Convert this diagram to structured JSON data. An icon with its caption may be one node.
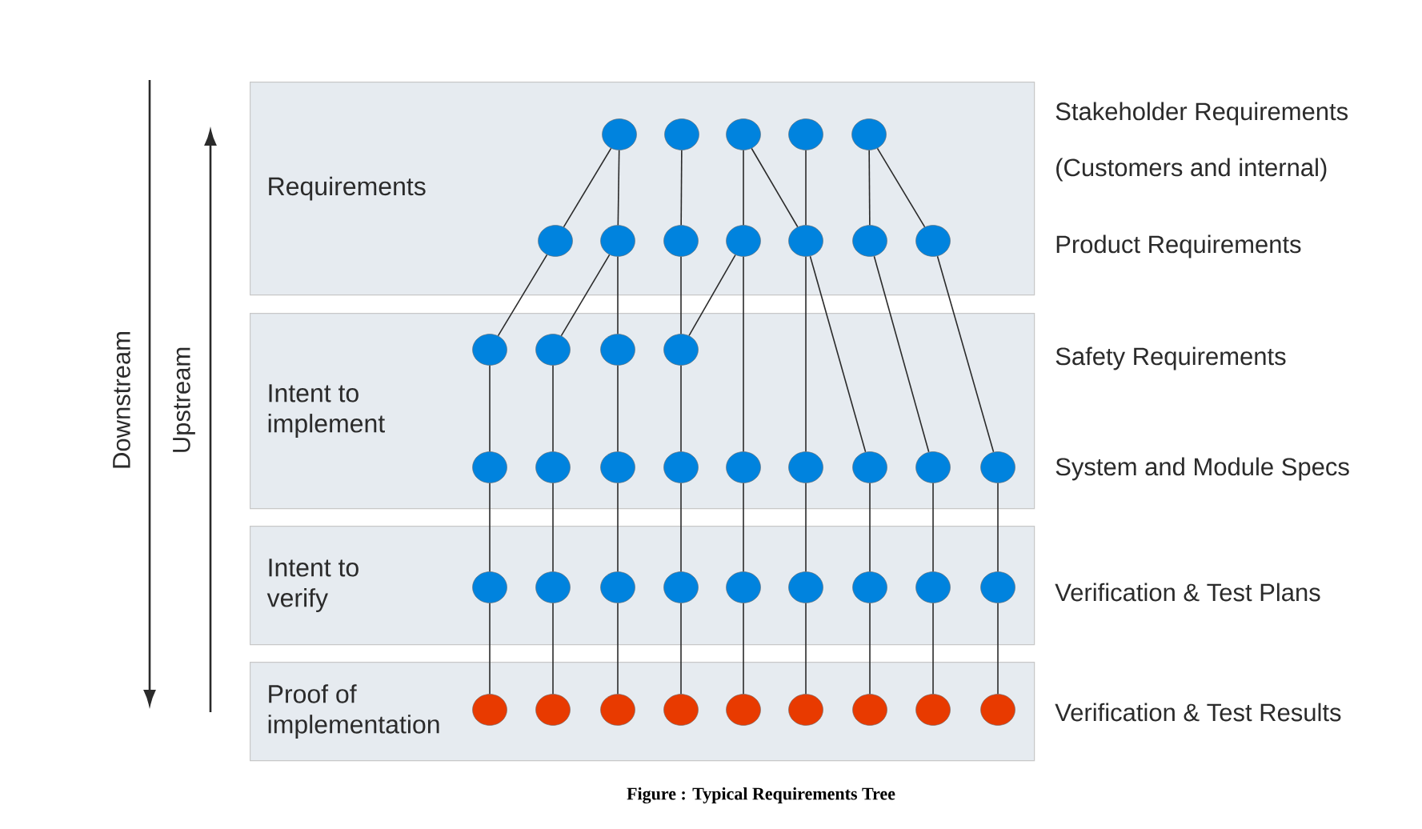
{
  "diagram": {
    "caption": "Figure : Typical Requirements Tree",
    "nodes": [
      {
        "text": [
          "Requirements"
        ]
      },
      {
        "text": [],
        "shape": "circle",
        "in": 0
      },
      {
        "text": [],
        "shape": "circle",
        "in": 0
      },
      {
        "text": [],
        "shape": "circle",
        "in": 0
      },
      {
        "text": [],
        "shape": "circle",
        "in": 0
      },
      {
        "text": [],
        "shape": "circle",
        "in": 0
      },
      {
        "text": [],
        "shape": "circle",
        "in": 0
      },
      {
        "text": [],
        "shape": "circle",
        "in": 0
      },
      {
        "text": [],
        "shape": "circle",
        "in": 0
      },
      {
        "text": [],
        "shape": "circle",
        "in": 0
      },
      {
        "text": [],
        "shape": "circle",
        "in": 0
      },
      {
        "text": [],
        "shape": "circle",
        "in": 0
      },
      {
        "text": [],
        "shape": "circle",
        "in": 0
      },
      {
        "text": [
          "Intent to implement"
        ]
      },
      {
        "text": [],
        "shape": "circle",
        "in": 13
      },
      {
        "text": [],
        "shape": "circle",
        "in": 13
      },
      {
        "text": [],
        "shape": "circle",
        "in": 13
      },
      {
        "text": [],
        "shape": "circle",
        "in": 13
      },
      {
        "text": [],
        "shape": "circle",
        "in": 13
      },
      {
        "text": [],
        "shape": "circle",
        "in": 13
      },
      {
        "text": [],
        "shape": "circle",
        "in": 13
      },
      {
        "text": [],
        "shape": "circle",
        "in": 13
      },
      {
        "text": [],
        "shape": "circle",
        "in": 13
      },
      {
        "text": [],
        "shape": "circle",
        "in": 13
      },
      {
        "text": [],
        "shape": "circle",
        "in": 13
      },
      {
        "text": [],
        "shape": "circle",
        "in": 13
      },
      {
        "text": [],
        "shape": "circle",
        "in": 13
      },
      {
        "text": [
          "Intent to verify"
        ]
      },
      {
        "text": [],
        "shape": "circle",
        "in": 27
      },
      {
        "text": [],
        "shape": "circle",
        "in": 27
      },
      {
        "text": [],
        "shape": "circle",
        "in": 27
      },
      {
        "text": [],
        "shape": "circle",
        "in": 27
      },
      {
        "text": [],
        "shape": "circle",
        "in": 27
      },
      {
        "text": [],
        "shape": "circle",
        "in": 27
      },
      {
        "text": [],
        "shape": "circle",
        "in": 27
      },
      {
        "text": [],
        "shape": "circle",
        "in": 27
      },
      {
        "text": [],
        "shape": "circle",
        "in": 27
      },
      {
        "text": [
          "Proof of implementation"
        ]
      },
      {
        "text": [],
        "shape": "circle",
        "in": 37
      },
      {
        "text": [],
        "shape": "circle",
        "in": 37
      },
      {
        "text": [],
        "shape": "circle",
        "in": 37
      },
      {
        "text": [],
        "shape": "circle",
        "in": 37
      },
      {
        "text": [],
        "shape": "circle",
        "in": 37
      },
      {
        "text": [],
        "shape": "circle",
        "in": 37
      },
      {
        "text": [],
        "shape": "circle",
        "in": 37
      },
      {
        "text": [],
        "shape": "circle",
        "in": 37
      },
      {
        "text": [],
        "shape": "circle",
        "in": 37
      }
    ],
    "edges": [
      {
        "from": 1,
        "to": 6,
        "arrow": "none"
      },
      {
        "from": 1,
        "to": 7,
        "arrow": "none"
      },
      {
        "from": 2,
        "to": 8,
        "arrow": "none"
      },
      {
        "from": 3,
        "to": 9,
        "arrow": "none"
      },
      {
        "from": 3,
        "to": 10,
        "arrow": "none"
      },
      {
        "from": 4,
        "to": 10,
        "arrow": "none"
      },
      {
        "from": 5,
        "to": 11,
        "arrow": "none"
      },
      {
        "from": 5,
        "to": 12,
        "arrow": "none"
      },
      {
        "from": 6,
        "to": 14,
        "arrow": "none"
      },
      {
        "from": 7,
        "to": 15,
        "arrow": "none"
      },
      {
        "from": 7,
        "to": 16,
        "arrow": "none"
      },
      {
        "from": 8,
        "to": 17,
        "arrow": "none"
      },
      {
        "from": 9,
        "to": 17,
        "arrow": "none"
      },
      {
        "from": 9,
        "to": 22,
        "arrow": "none"
      },
      {
        "from": 10,
        "to": 23,
        "arrow": "none"
      },
      {
        "from": 10,
        "to": 24,
        "arrow": "none"
      },
      {
        "from": 11,
        "to": 25,
        "arrow": "none"
      },
      {
        "from": 12,
        "to": 26,
        "arrow": "none"
      },
      {
        "from": 14,
        "to": 18,
        "arrow": "none"
      },
      {
        "from": 15,
        "to": 19,
        "arrow": "none"
      },
      {
        "from": 16,
        "to": 20,
        "arrow": "none"
      },
      {
        "from": 17,
        "to": 21,
        "arrow": "none"
      },
      {
        "from": 18,
        "to": 28,
        "arrow": "none"
      },
      {
        "from": 19,
        "to": 29,
        "arrow": "none"
      },
      {
        "from": 20,
        "to": 30,
        "arrow": "none"
      },
      {
        "from": 21,
        "to": 31,
        "arrow": "none"
      },
      {
        "from": 22,
        "to": 32,
        "arrow": "none"
      },
      {
        "from": 23,
        "to": 33,
        "arrow": "none"
      },
      {
        "from": 24,
        "to": 34,
        "arrow": "none"
      },
      {
        "from": 25,
        "to": 35,
        "arrow": "none"
      },
      {
        "from": 26,
        "to": 36,
        "arrow": "none"
      },
      {
        "from": 28,
        "to": 38,
        "arrow": "none"
      },
      {
        "from": 29,
        "to": 39,
        "arrow": "none"
      },
      {
        "from": 30,
        "to": 40,
        "arrow": "none"
      },
      {
        "from": 31,
        "to": 41,
        "arrow": "none"
      },
      {
        "from": 32,
        "to": 42,
        "arrow": "none"
      },
      {
        "from": 33,
        "to": 43,
        "arrow": "none"
      },
      {
        "from": 34,
        "to": 44,
        "arrow": "none"
      },
      {
        "from": 35,
        "to": 45,
        "arrow": "none"
      },
      {
        "from": 36,
        "to": 46,
        "arrow": "none"
      }
    ],
    "labels": [
      "Downstream",
      "Upstream",
      "Stakeholder Requirements",
      "(Customers and internal)",
      "Product Requirements",
      "Safety Requirements",
      "System and Module Specs",
      "Verification & Test Plans",
      "Verification & Test Results"
    ]
  }
}
